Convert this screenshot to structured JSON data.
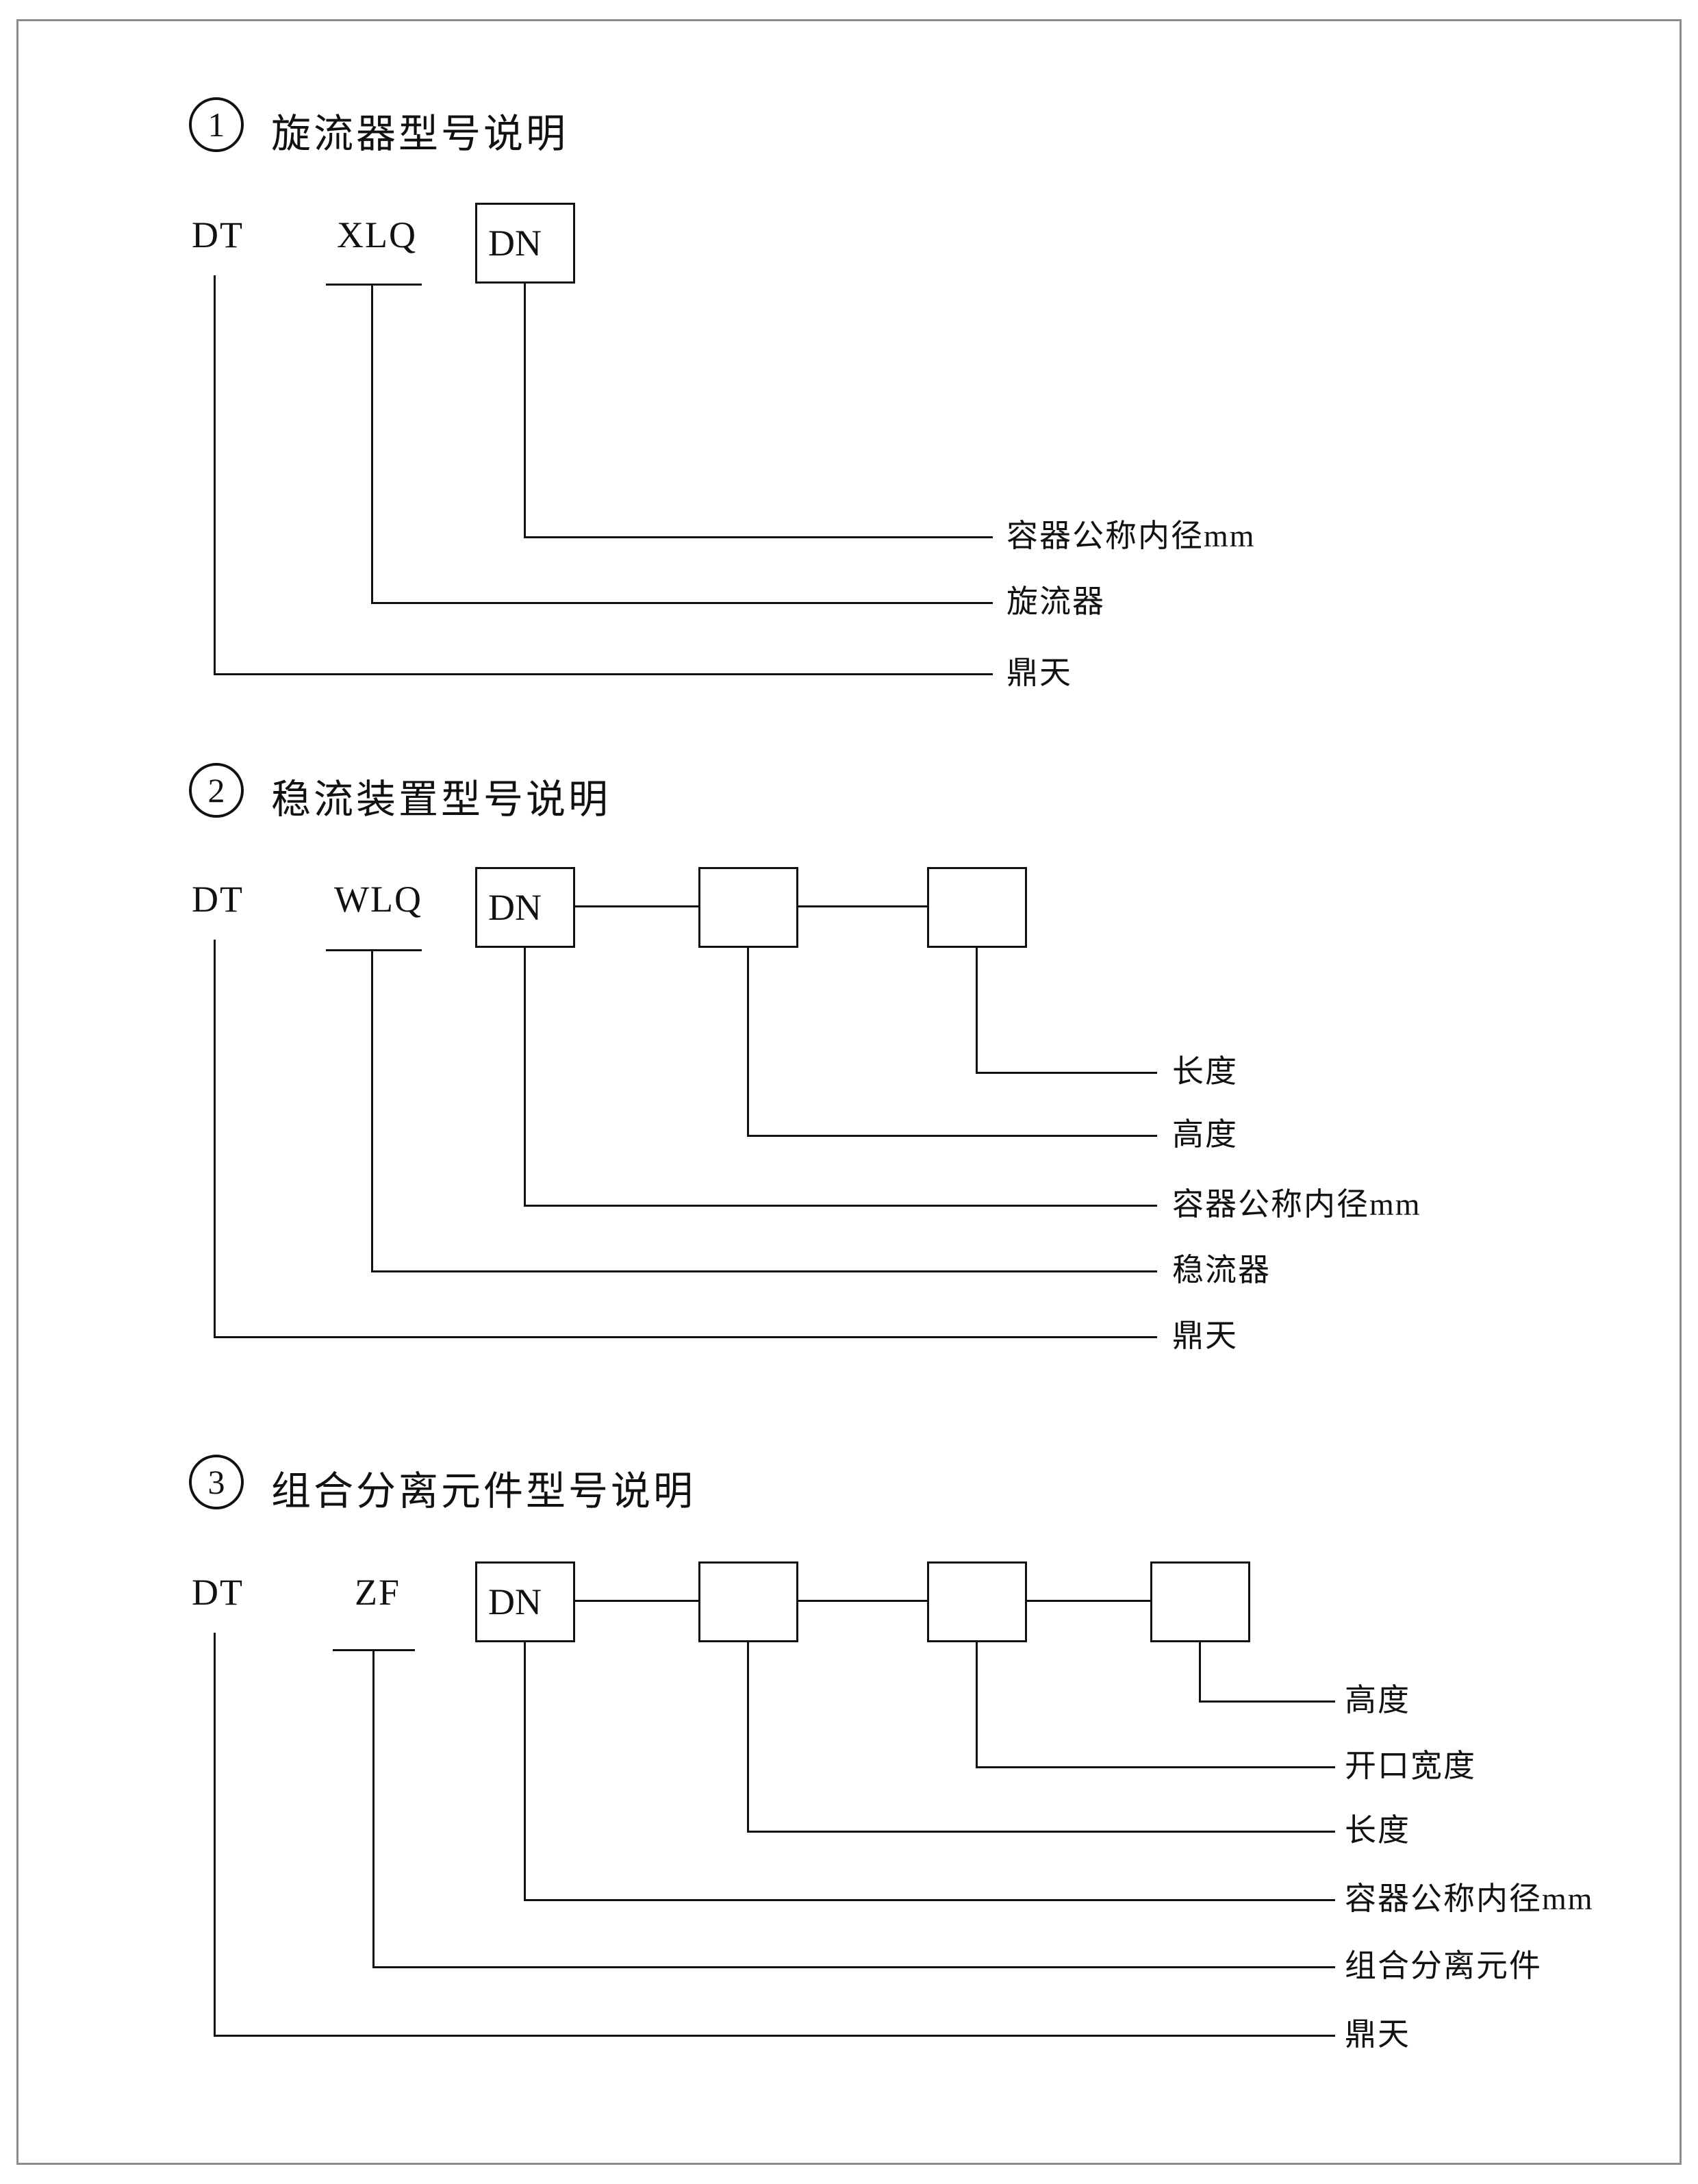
{
  "sections": [
    {
      "number": "1",
      "title": "旋流器型号说明",
      "codes": {
        "brand": "DT",
        "type": "XLQ",
        "dn": "DN"
      },
      "labels": [
        "容器公称内径mm",
        "旋流器",
        "鼎天"
      ]
    },
    {
      "number": "2",
      "title": "稳流装置型号说明",
      "codes": {
        "brand": "DT",
        "type": "WLQ",
        "dn": "DN"
      },
      "labels": [
        "长度",
        "高度",
        "容器公称内径mm",
        "稳流器",
        "鼎天"
      ]
    },
    {
      "number": "3",
      "title": "组合分离元件型号说明",
      "codes": {
        "brand": "DT",
        "type": "ZF",
        "dn": "DN"
      },
      "labels": [
        "高度",
        "开口宽度",
        "长度",
        "容器公称内径mm",
        "组合分离元件",
        "鼎天"
      ]
    }
  ]
}
